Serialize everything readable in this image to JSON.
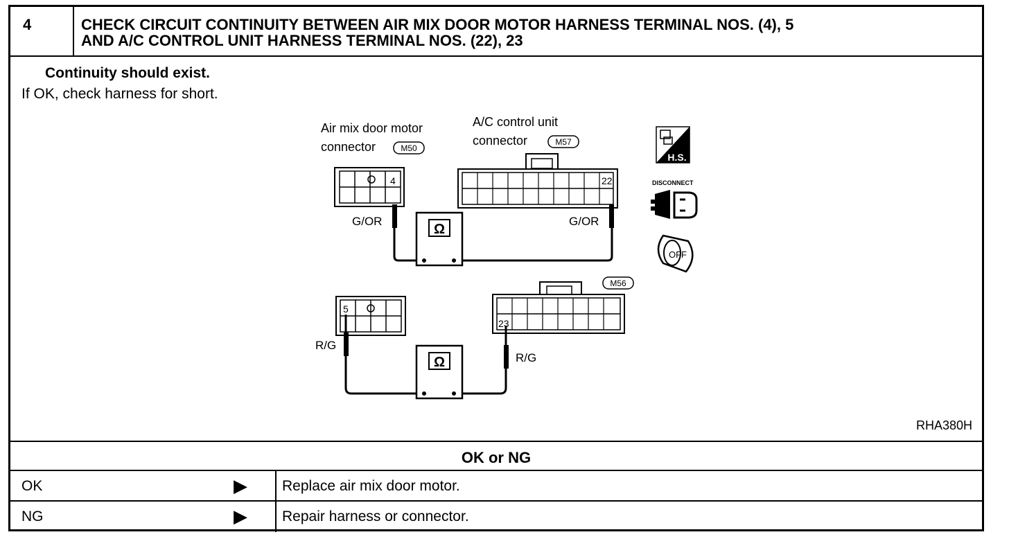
{
  "step": {
    "number": "4",
    "title_line1": "CHECK CIRCUIT CONTINUITY BETWEEN AIR MIX DOOR MOTOR HARNESS TERMINAL NOS. (4), 5",
    "title_line2": "AND A/C CONTROL UNIT HARNESS TERMINAL NOS. (22), 23"
  },
  "instruction": {
    "bold": "Continuity should exist.",
    "normal": "If OK, check harness for short."
  },
  "diagram": {
    "motor_connector_label_1": "Air mix door motor",
    "motor_connector_label_2": "connector",
    "motor_connector_id": "M50",
    "acu_connector_label_1": "A/C control unit",
    "acu_connector_label_2": "connector",
    "acu_connector_id": "M57",
    "acu_connector_id_2": "M56",
    "terminal_4": "4",
    "terminal_22": "22",
    "terminal_5": "5",
    "terminal_23": "23",
    "wire_color_top_left": "G/OR",
    "wire_color_top_right": "G/OR",
    "wire_color_bottom_left": "R/G",
    "wire_color_bottom_right": "R/G",
    "ohm_symbol": "Ω",
    "hs_icon_text": "H.S.",
    "disconnect_text": "DISCONNECT",
    "off_text": "OFF",
    "figure_code": "RHA380H"
  },
  "result": {
    "heading": "OK or NG",
    "rows": [
      {
        "label": "OK",
        "arrow": "▶",
        "action": "Replace air mix door motor."
      },
      {
        "label": "NG",
        "arrow": "▶",
        "action": "Repair harness or connector."
      }
    ]
  },
  "icons": [
    "hs-icon",
    "disconnect-icon",
    "ignition-off-icon",
    "ohmmeter-icon"
  ]
}
